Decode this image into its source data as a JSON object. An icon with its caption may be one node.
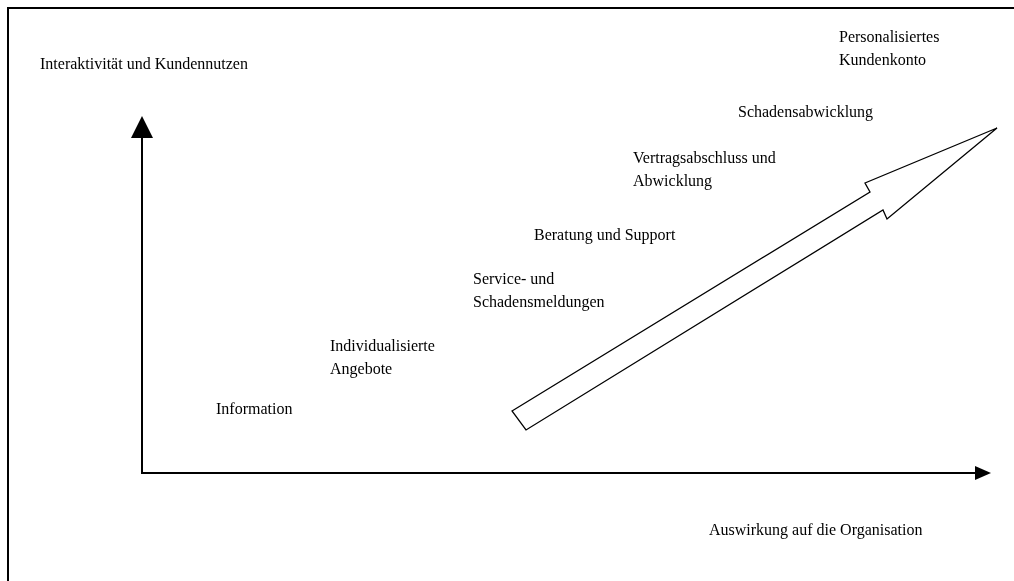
{
  "diagram": {
    "labels": [
      "Personalisiertes Kundenkonto",
      "Interaktivität und Kundennutzen",
      "Schadensabwicklung",
      "Vertragsabschluss und Abwicklung",
      "Beratung und Support",
      "Service- und Schadensmeldungen",
      "Individualisierte Angebote",
      "Information",
      "Auswirkung auf die Organisation"
    ]
  }
}
